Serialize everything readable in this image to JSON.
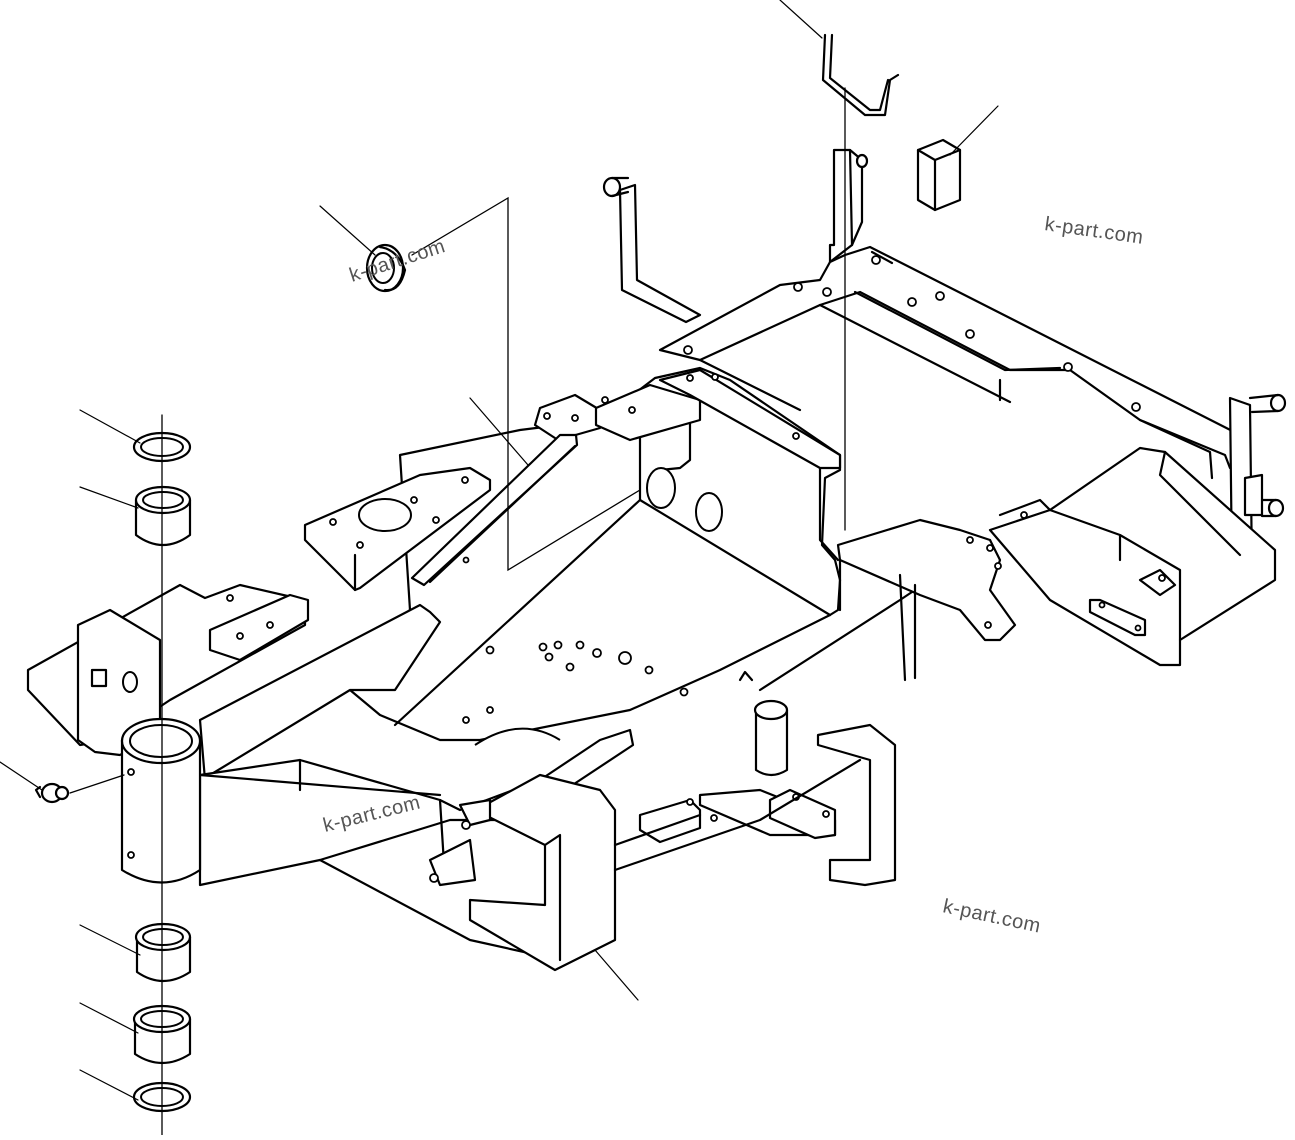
{
  "watermarks": [
    {
      "text": "k-part.com"
    },
    {
      "text": "k-part.com"
    },
    {
      "text": "k-part.com"
    },
    {
      "text": "k-part.com"
    }
  ],
  "colors": {
    "line": "#000000",
    "background": "#ffffff",
    "watermark": "#555555"
  }
}
